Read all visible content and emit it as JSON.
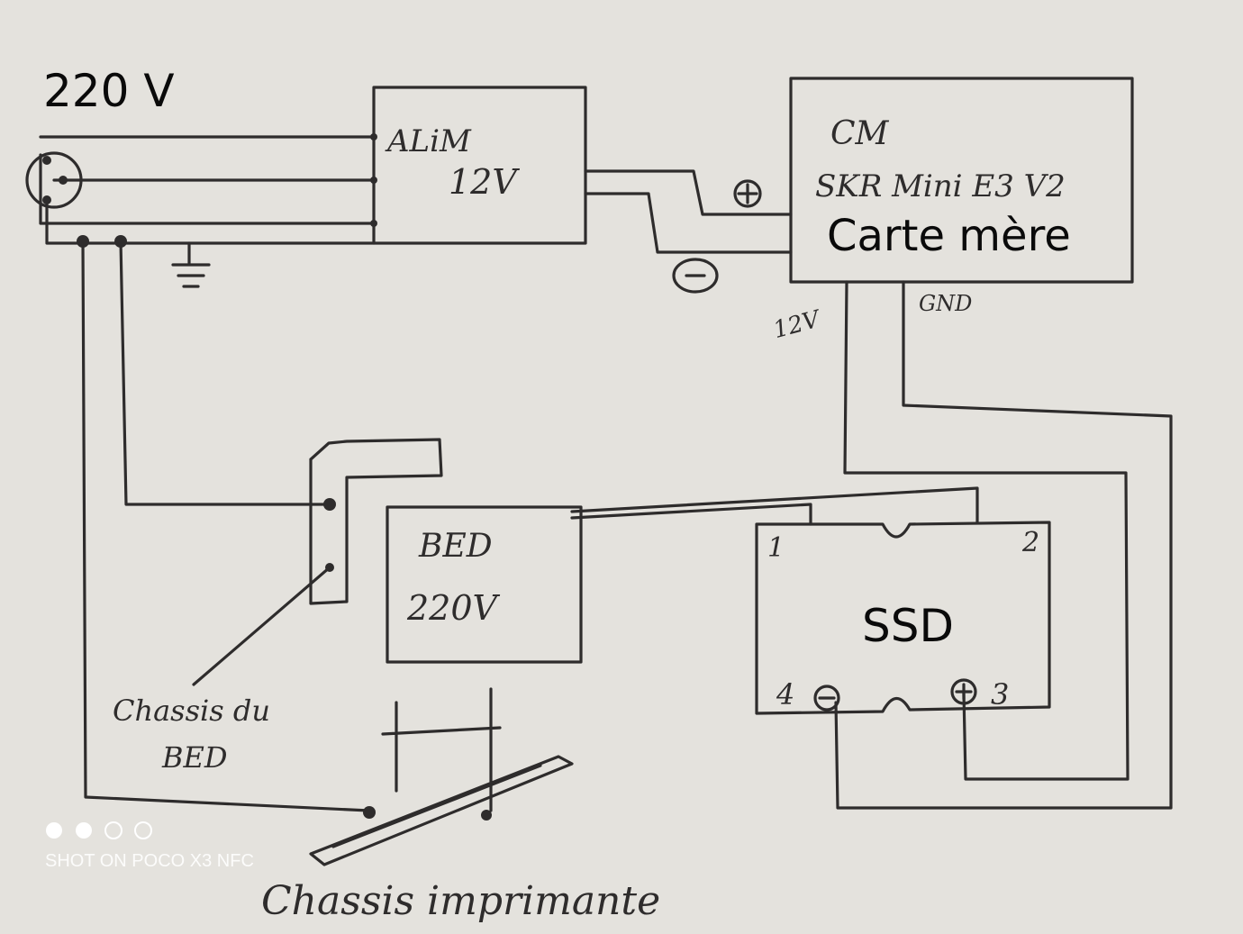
{
  "labels": {
    "mains": "220 V",
    "psu_line1": "ALiM",
    "psu_line2": "12V",
    "board_line1": "CM",
    "board_line2": "SKR Mini E3 V2",
    "board_caption": "Carte mère",
    "plus_sign": "+",
    "minus_sign": "−",
    "wire_12v": "12V",
    "wire_gnd": "GND",
    "bed_line1": "BED",
    "bed_line2": "220V",
    "ssd": "SSD",
    "ssd_pin1": "1",
    "ssd_pin2": "2",
    "ssd_pin3": "3",
    "ssd_pin4": "4",
    "bed_chassis_line1": "Chassis du",
    "bed_chassis_line2": "BED",
    "printer_chassis": "Chassis imprimante"
  },
  "watermark": {
    "text": "SHOT ON POCO X3 NFC",
    "dots_filled": 2,
    "dots_total": 4
  }
}
